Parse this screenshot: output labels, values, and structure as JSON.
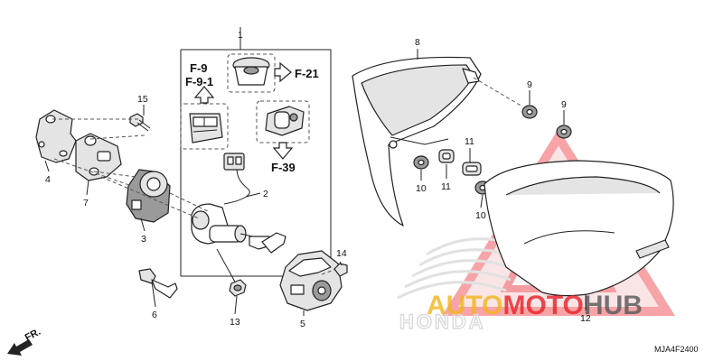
{
  "diagram_code": "MJA4F2400",
  "direction_label": "FR.",
  "watermark": {
    "text": "AUTOMOTOHUB",
    "part1": "AUTO",
    "part2": "MOTO",
    "part3": "HUB",
    "color1": "#f3b61f",
    "color2": "#e8232a",
    "color3": "#5a5a5a",
    "brand_mark": "HONDA"
  },
  "references": {
    "f9": "F-9",
    "f91": "F-9-1",
    "f21": "F-21",
    "f39": "F-39"
  },
  "callouts": {
    "c1": "1",
    "c2": "2",
    "c3": "3",
    "c4": "4",
    "c5": "5",
    "c6": "6",
    "c7": "7",
    "c8": "8",
    "c9a": "9",
    "c9b": "9",
    "c10a": "10",
    "c10b": "10",
    "c11a": "11",
    "c11b": "11",
    "c12": "12",
    "c13": "13",
    "c14": "14",
    "c15": "15"
  },
  "colors": {
    "line": "#222222",
    "part_fill": "#ffffff",
    "shade": "#e4e4e4",
    "dark": "#9a9a9a"
  }
}
